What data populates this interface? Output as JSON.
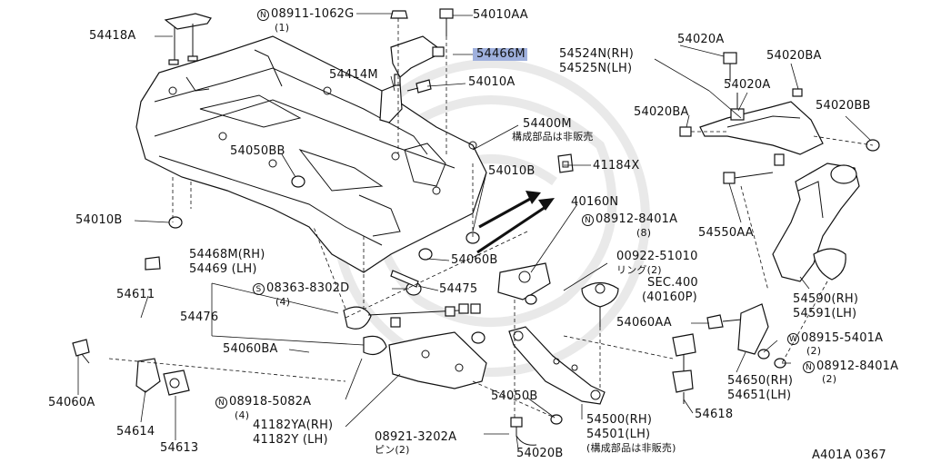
{
  "drawing_code": "A401A 0367",
  "labels": {
    "54418A": "54418A",
    "08911_1062G": "08911-1062G",
    "08911_1062G_qty": "(1)",
    "54010AA": "54010AA",
    "54466M": "54466M",
    "54414M": "54414M",
    "54010A": "54010A",
    "54400M": "54400M",
    "54400M_note": "構成部品は非販売",
    "54050BB": "54050BB",
    "54010B_top": "54010B",
    "41184X": "41184X",
    "54010B_left": "54010B",
    "40160N": "40160N",
    "08912_8401A_top": "08912-8401A",
    "08912_8401A_top_qty": "(8)",
    "54060B": "54060B",
    "54468M": "54468M(RH)",
    "54469": "54469  (LH)",
    "00922_51010": "00922-51010",
    "00922_ring": "リング(2)",
    "sec400": "SEC.400",
    "sec400_ref": "(40160P)",
    "54611": "54611",
    "08363_8302D": "08363-8302D",
    "08363_8302D_qty": "(4)",
    "54475": "54475",
    "54476": "54476",
    "54060AA": "54060AA",
    "54060BA": "54060BA",
    "08915_5401A": "08915-5401A",
    "08915_5401A_qty": "(2)",
    "54060A": "54060A",
    "08912_8401A_bot": "08912-8401A",
    "08912_8401A_bot_qty": "(2)",
    "54650": "54650(RH)",
    "54651": "54651(LH)",
    "54050B": "54050B",
    "08918_5082A": "08918-5082A",
    "08918_5082A_qty": "(4)",
    "54618": "54618",
    "54614": "54614",
    "41182YA": "41182YA(RH)",
    "41182Y": "41182Y  (LH)",
    "54500": "54500(RH)",
    "54501": "54501(LH)",
    "54500_note": "(構成部品は非販売)",
    "54613": "54613",
    "08921_3202A": "08921-3202A",
    "08921_pin": "ピン(2)",
    "54020B": "54020B",
    "54020A_top": "54020A",
    "54020BA_top": "54020BA",
    "54524N": "54524N(RH)",
    "54525N": "54525N(LH)",
    "54020A_mid": "54020A",
    "54020BA_mid": "54020BA",
    "54020BB": "54020BB",
    "54550AA": "54550AA",
    "54590": "54590(RH)",
    "54591": "54591(LH)"
  },
  "prefix": {
    "N": "N",
    "S": "S",
    "W": "W"
  }
}
